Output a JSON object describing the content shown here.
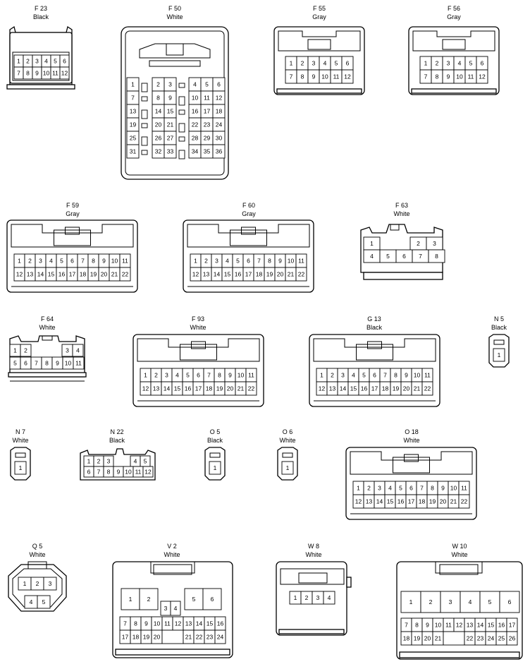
{
  "connectors": [
    {
      "id": "f23",
      "name": "F 23",
      "color": "Black",
      "rows": [
        [
          "1",
          "2",
          "3",
          "4",
          "5",
          "6"
        ],
        [
          "7",
          "8",
          "9",
          "10",
          "11",
          "12"
        ]
      ]
    },
    {
      "id": "f50",
      "name": "F 50",
      "color": "White",
      "left": [
        [
          "1",
          ""
        ],
        [
          "7",
          ""
        ],
        [
          "13",
          ""
        ],
        [
          "19",
          ""
        ],
        [
          "25",
          ""
        ],
        [
          "31",
          ""
        ]
      ],
      "midleft": [
        [
          "2",
          "3"
        ],
        [
          "8",
          "9"
        ],
        [
          "14",
          "15"
        ],
        [
          "20",
          "21"
        ],
        [
          "26",
          "27"
        ],
        [
          "32",
          "33"
        ]
      ],
      "right": [
        [
          "4",
          "5",
          "6"
        ],
        [
          "10",
          "11",
          "12"
        ],
        [
          "16",
          "17",
          "18"
        ],
        [
          "22",
          "23",
          "24"
        ],
        [
          "28",
          "29",
          "30"
        ],
        [
          "34",
          "35",
          "36"
        ]
      ]
    },
    {
      "id": "f55",
      "name": "F 55",
      "color": "Gray",
      "rows": [
        [
          "1",
          "2",
          "3",
          "4",
          "5",
          "6"
        ],
        [
          "7",
          "8",
          "9",
          "10",
          "11",
          "12"
        ]
      ]
    },
    {
      "id": "f56",
      "name": "F 56",
      "color": "Gray",
      "rows": [
        [
          "1",
          "2",
          "3",
          "4",
          "5",
          "6"
        ],
        [
          "7",
          "8",
          "9",
          "10",
          "11",
          "12"
        ]
      ]
    },
    {
      "id": "f59",
      "name": "F 59",
      "color": "Gray",
      "rows": [
        [
          "1",
          "2",
          "3",
          "4",
          "5",
          "6",
          "7",
          "8",
          "9",
          "10",
          "11"
        ],
        [
          "12",
          "13",
          "14",
          "15",
          "16",
          "17",
          "18",
          "19",
          "20",
          "21",
          "22"
        ]
      ]
    },
    {
      "id": "f60",
      "name": "F 60",
      "color": "Gray",
      "rows": [
        [
          "1",
          "2",
          "3",
          "4",
          "5",
          "6",
          "7",
          "8",
          "9",
          "10",
          "11"
        ],
        [
          "12",
          "13",
          "14",
          "15",
          "16",
          "17",
          "18",
          "19",
          "20",
          "21",
          "22"
        ]
      ]
    },
    {
      "id": "f63",
      "name": "F 63",
      "color": "White",
      "top": [
        [
          "1",
          ""
        ],
        [
          "2",
          "3"
        ]
      ],
      "bottom": [
        [
          "4",
          "5",
          "6",
          "7",
          "8"
        ]
      ]
    },
    {
      "id": "f64",
      "name": "F 64",
      "color": "White",
      "top": [
        [
          "1",
          "2"
        ],
        [
          "3",
          "4"
        ]
      ],
      "bottom": [
        [
          "5",
          "6",
          "7",
          "8",
          "9",
          "10",
          "11"
        ]
      ]
    },
    {
      "id": "f93",
      "name": "F 93",
      "color": "White",
      "rows": [
        [
          "1",
          "2",
          "3",
          "4",
          "5",
          "6",
          "7",
          "8",
          "9",
          "10",
          "11"
        ],
        [
          "12",
          "13",
          "14",
          "15",
          "16",
          "17",
          "18",
          "19",
          "20",
          "21",
          "22"
        ]
      ]
    },
    {
      "id": "g13",
      "name": "G 13",
      "color": "Black",
      "rows": [
        [
          "1",
          "2",
          "3",
          "4",
          "5",
          "6",
          "7",
          "8",
          "9",
          "10",
          "11"
        ],
        [
          "12",
          "13",
          "14",
          "15",
          "16",
          "17",
          "18",
          "19",
          "20",
          "21",
          "22"
        ]
      ]
    },
    {
      "id": "n5",
      "name": "N 5",
      "color": "Black",
      "pin": "1"
    },
    {
      "id": "n7",
      "name": "N 7",
      "color": "White",
      "pin": "1"
    },
    {
      "id": "n22",
      "name": "N 22",
      "color": "Black",
      "top": [
        [
          "1",
          "2",
          "3"
        ],
        [
          "4",
          "5"
        ]
      ],
      "bottom": [
        [
          "6",
          "7",
          "8",
          "9",
          "10",
          "11",
          "12"
        ]
      ]
    },
    {
      "id": "o5",
      "name": "O 5",
      "color": "Black",
      "pin": "1"
    },
    {
      "id": "o6",
      "name": "O 6",
      "color": "White",
      "pin": "1"
    },
    {
      "id": "o18",
      "name": "O 18",
      "color": "White",
      "rows": [
        [
          "1",
          "2",
          "3",
          "4",
          "5",
          "6",
          "7",
          "8",
          "9",
          "10",
          "11"
        ],
        [
          "12",
          "13",
          "14",
          "15",
          "16",
          "17",
          "18",
          "19",
          "20",
          "21",
          "22"
        ]
      ]
    },
    {
      "id": "q5",
      "name": "Q 5",
      "color": "White",
      "top": [
        "1",
        "2",
        "3"
      ],
      "bottom": [
        "4",
        "5"
      ]
    },
    {
      "id": "v2",
      "name": "V 2",
      "color": "White",
      "big": [
        "1",
        "2",
        "3",
        "4",
        "5",
        "6"
      ],
      "row2": [
        "7",
        "8",
        "9",
        "10",
        "11",
        "12",
        "13",
        "14",
        "15",
        "16"
      ],
      "row3": [
        "17",
        "18",
        "19",
        "20",
        "21",
        "22",
        "23",
        "24"
      ]
    },
    {
      "id": "w8",
      "name": "W 8",
      "color": "White",
      "pins": [
        "1",
        "2",
        "3",
        "4"
      ]
    },
    {
      "id": "w10",
      "name": "W 10",
      "color": "White",
      "big": [
        "1",
        "2",
        "3",
        "4",
        "5",
        "6"
      ],
      "row2": [
        "7",
        "8",
        "9",
        "10",
        "11",
        "12",
        "13",
        "14",
        "15",
        "16",
        "17"
      ],
      "row3": [
        "18",
        "19",
        "20",
        "21",
        "22",
        "23",
        "24",
        "25",
        "26"
      ]
    }
  ]
}
